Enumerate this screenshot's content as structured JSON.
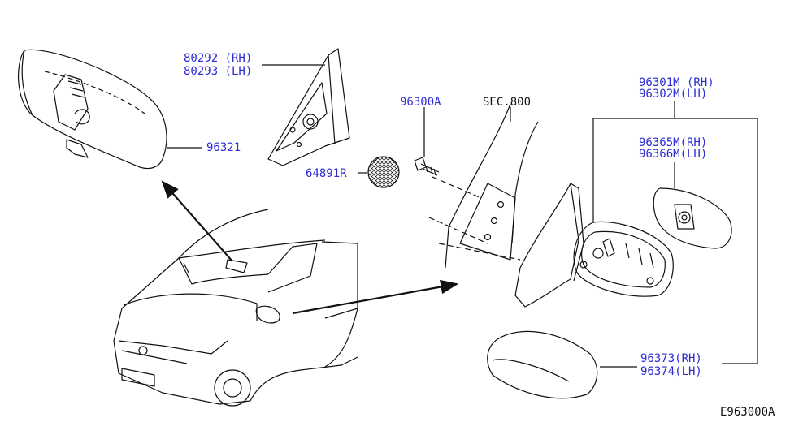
{
  "colors": {
    "line": "#111111",
    "label_blue": "#2b2bd6",
    "label_black": "#111111",
    "background": "#ffffff"
  },
  "labels": {
    "base_rh": "80292 (RH)",
    "base_lh": "80293 (LH)",
    "inner_mirror": "96321",
    "screw": "96300A",
    "section": "SEC.800",
    "plug": "64891R",
    "mirror_assy_rh": "96301M (RH)",
    "mirror_assy_lh": "96302M(LH)",
    "glass_rh": "96365M(RH)",
    "glass_lh": "96366M(LH)",
    "cover_rh": "96373(RH)",
    "cover_lh": "96374(LH)",
    "diagram_code": "E963000A"
  }
}
